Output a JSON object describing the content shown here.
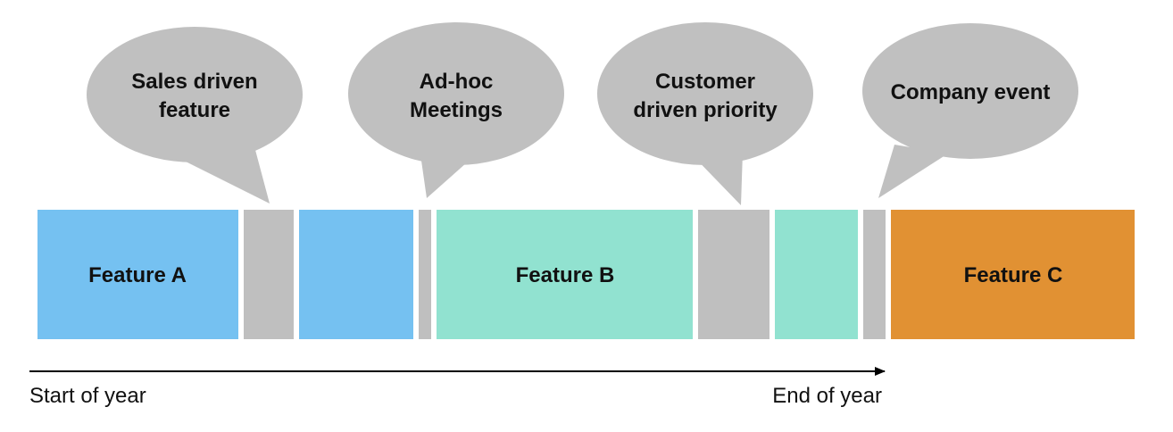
{
  "colors": {
    "feature_a": "#75C1F1",
    "feature_b": "#91E2D0",
    "feature_c": "#E19133",
    "interruption": "#BFBFBF",
    "bubble": "#C0C0C0",
    "text": "#111111",
    "axis": "#000000"
  },
  "timeline": {
    "segments": [
      {
        "kind": "feature_a",
        "label": "Feature A"
      },
      {
        "kind": "interruption",
        "label": ""
      },
      {
        "kind": "feature_a",
        "label": ""
      },
      {
        "kind": "interruption",
        "label": ""
      },
      {
        "kind": "feature_b",
        "label": "Feature B"
      },
      {
        "kind": "interruption",
        "label": ""
      },
      {
        "kind": "feature_b",
        "label": ""
      },
      {
        "kind": "interruption",
        "label": ""
      },
      {
        "kind": "feature_c",
        "label": "Feature C"
      }
    ]
  },
  "bubbles": [
    {
      "lines": [
        "Sales driven",
        "feature"
      ]
    },
    {
      "lines": [
        "Ad-hoc",
        "Meetings"
      ]
    },
    {
      "lines": [
        "Customer",
        "driven priority"
      ]
    },
    {
      "lines": [
        "Company event"
      ]
    }
  ],
  "axis": {
    "start_label": "Start of year",
    "end_label": "End of year"
  }
}
